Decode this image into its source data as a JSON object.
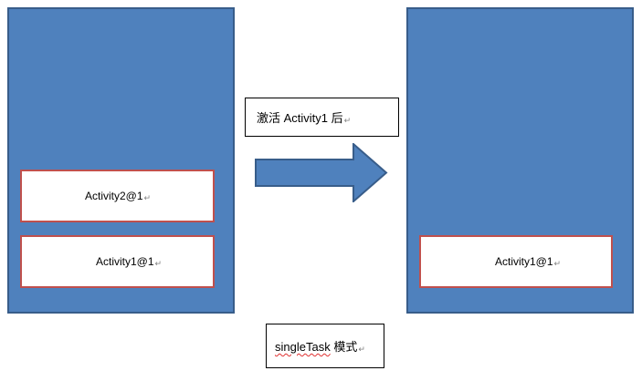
{
  "diagram": {
    "action_label": "激活 Activity1 后",
    "mode_label_word": "singleTask",
    "mode_label_suffix": " 模式",
    "paragraph_mark": "↵",
    "before_stack": [
      "Activity2@1",
      "Activity1@1"
    ],
    "after_stack": [
      "Activity1@1"
    ]
  },
  "colors": {
    "stack_fill": "#4f81bd",
    "stack_border": "#385d8a",
    "activity_border": "#c0504d"
  }
}
